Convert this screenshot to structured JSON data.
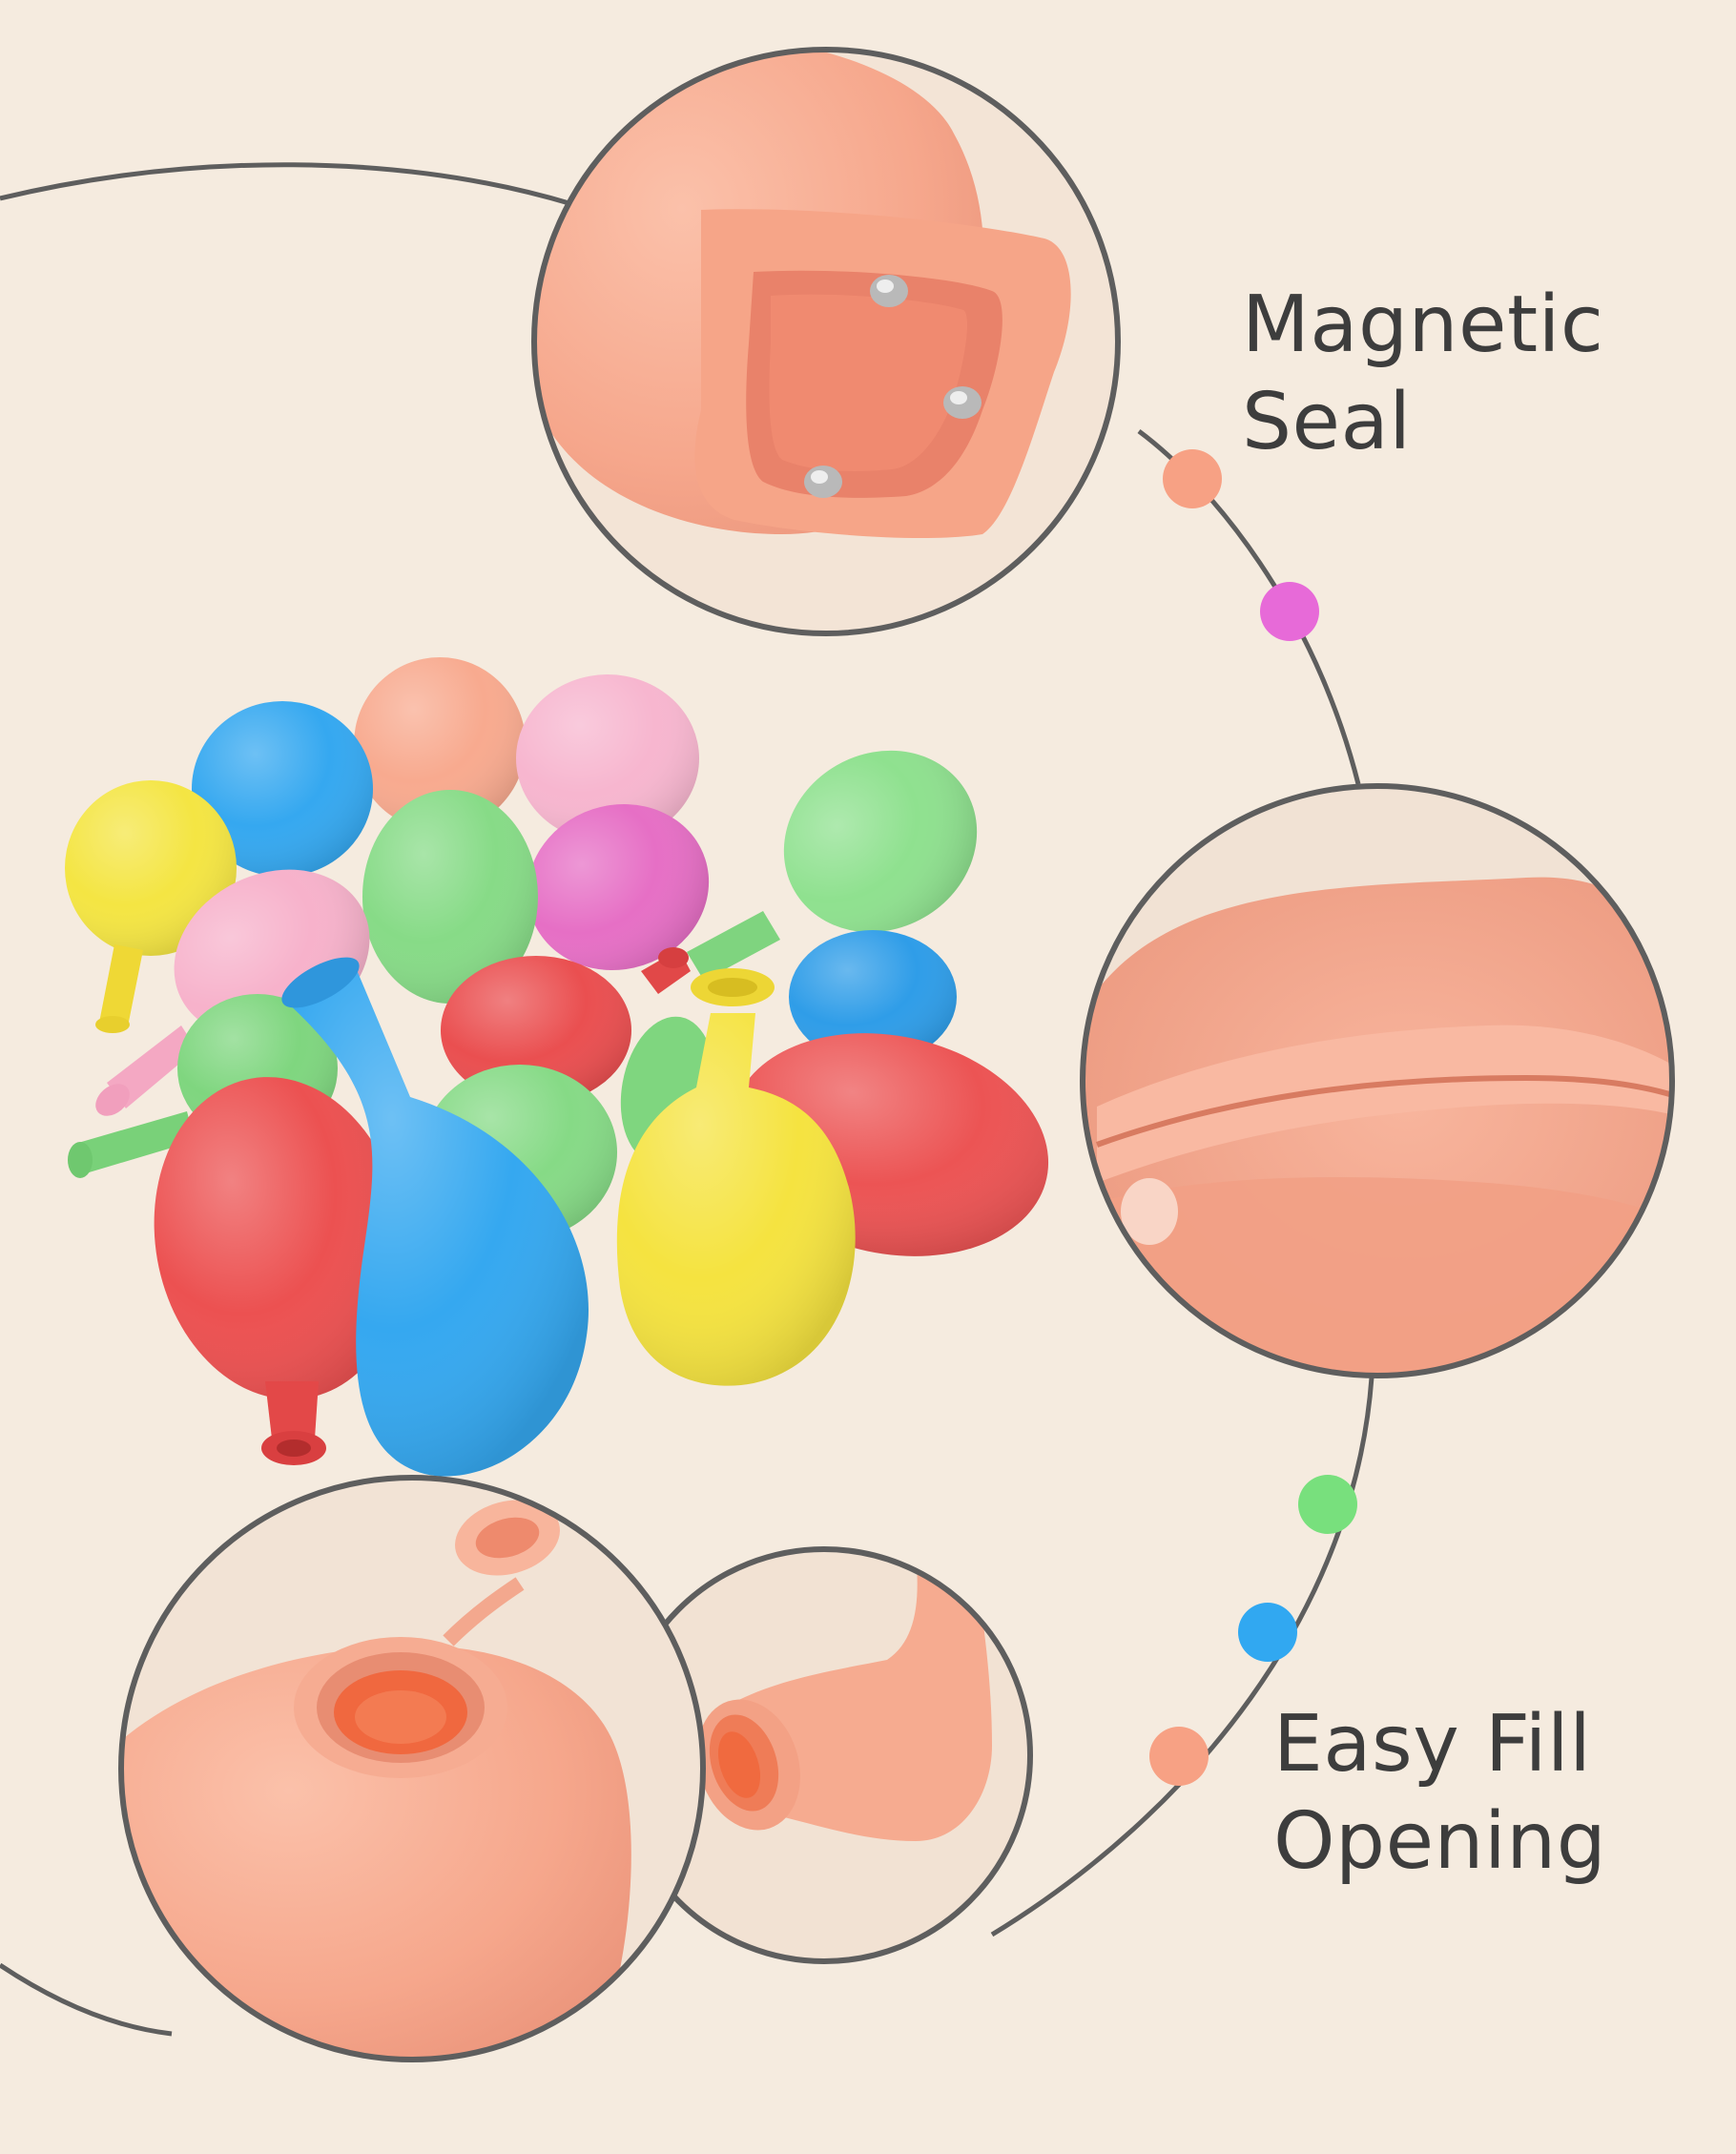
{
  "labels": {
    "magnetic_seal": {
      "line1": "Magnetic",
      "line2": "Seal"
    },
    "easy_fill": {
      "line1": "Easy Fill",
      "line2": "Opening"
    }
  },
  "colors": {
    "background": "#f5ebdf",
    "outline": "#5e5e5e",
    "text": "#3d3d3d",
    "balloon_peach": "#f8aa8f",
    "balloon_pink": "#f7b6cf",
    "balloon_magenta": "#e673c9",
    "balloon_green": "#87db87",
    "balloon_blue": "#35a8f0",
    "balloon_yellow": "#f5e340",
    "balloon_red": "#ee5656",
    "dot_peach": "#f7a184",
    "dot_magenta": "#e76ad8",
    "dot_green": "#78e07d",
    "dot_blue": "#31a8f1"
  }
}
